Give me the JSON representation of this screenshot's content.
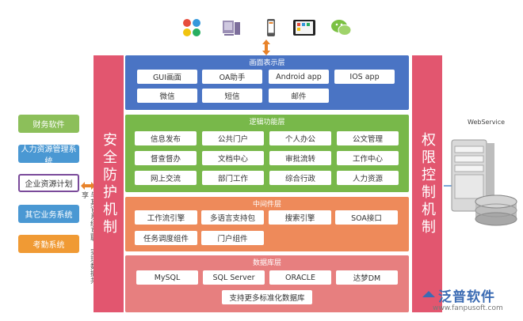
{
  "top_icons": [
    "browser-icon",
    "desktop-icon",
    "phone-icon",
    "tablet-icon",
    "wechat-icon"
  ],
  "left_systems": [
    {
      "label": "财务软件",
      "style": "green"
    },
    {
      "label": "人力资源管理系统",
      "style": "blue"
    },
    {
      "label": "企业资源计划",
      "style": "white"
    },
    {
      "label": "其它业务系统",
      "style": "blue"
    },
    {
      "label": "考勤系统",
      "style": "orange"
    }
  ],
  "side_note": "与其它系统互联，实现数据共享",
  "pillars": {
    "left": "安全防护机制",
    "right": "权限控制机制"
  },
  "layers": {
    "presentation": {
      "title": "画面表示层",
      "cells": [
        "GUI画面",
        "OA助手",
        "Android app",
        "IOS app",
        "微信",
        "短信",
        "邮件"
      ]
    },
    "logic": {
      "title": "逻辑功能层",
      "cells": [
        "信息发布",
        "公共门户",
        "个人办公",
        "公文管理",
        "督查督办",
        "文档中心",
        "审批流转",
        "工作中心",
        "网上交流",
        "部门工作",
        "综合行政",
        "人力资源"
      ]
    },
    "middleware": {
      "title": "中间件层",
      "cells": [
        "工作流引擎",
        "多语言支持包",
        "搜索引擎",
        "SOA接口",
        "任务调度组件",
        "门户组件"
      ]
    },
    "database": {
      "title": "数据库层",
      "cells": [
        "MySQL",
        "SQL Server",
        "ORACLE",
        "达梦DM",
        "支持更多标准化数据库"
      ]
    }
  },
  "server": {
    "label": "WebService"
  },
  "brand": {
    "name": "泛普软件",
    "url": "www.fanpusoft.com"
  },
  "colors": {
    "pillar": "#e2566f",
    "presentation": "#4a74c4",
    "logic": "#78b84a",
    "middleware": "#ee8a5a",
    "database": "#e77f7f",
    "arrow": "#e8832a"
  }
}
